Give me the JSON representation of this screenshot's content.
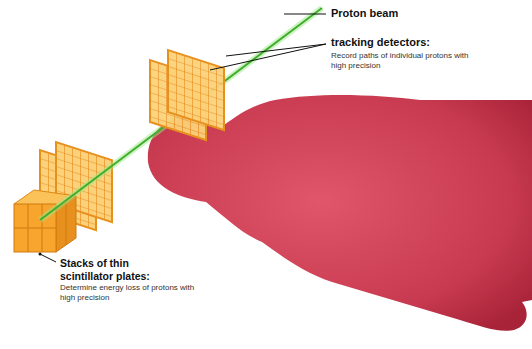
{
  "diagram": {
    "labels": [
      "Proton beam",
      "tracking detectors:",
      "Record paths of individual protons with high precision",
      "Stacks of thin scintillator plates:",
      "Determine energy loss of protons with high precision"
    ]
  }
}
